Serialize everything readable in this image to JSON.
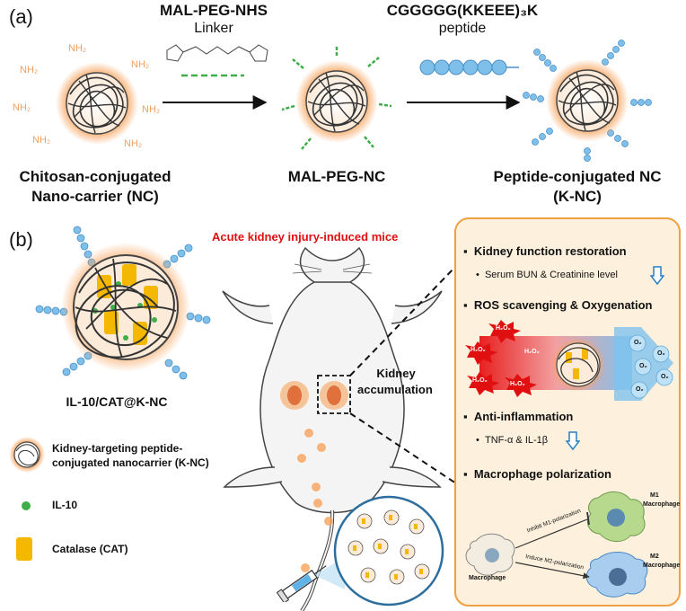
{
  "panel_a": {
    "label": "(a)",
    "linker": {
      "name": "MAL-PEG-NHS",
      "desc": "Linker"
    },
    "peptide": {
      "name": "CGGGGG(KKEEE)₃K",
      "desc": "peptide"
    },
    "nh2": "NH₂",
    "captions": {
      "nc_line1": "Chitosan-conjugated",
      "nc_line2": "Nano-carrier (NC)",
      "mal": "MAL-PEG-NC",
      "knc_line1": "Peptide-conjugated NC",
      "knc_line2": "(K-NC)"
    }
  },
  "panel_b": {
    "label": "(b)",
    "particle_label": "IL-10/CAT@K-NC",
    "mouse_title": "Acute kidney injury-induced mice",
    "kidney_label_1": "Kidney",
    "kidney_label_2": "accumulation",
    "legend": {
      "knc_line1": "Kidney-targeting peptide-",
      "knc_line2": "conjugated nanocarrier (K-NC)",
      "il10": "IL-10",
      "cat": "Catalase (CAT)"
    },
    "effects": {
      "kidney_function": "Kidney function restoration",
      "kidney_bullet": "Serum BUN & Creatinine level",
      "ros": "ROS scavenging & Oxygenation",
      "h2o2": "H₂O₂",
      "o2": "O₂",
      "anti_inflammation": "Anti-inflammation",
      "inflammation_bullet": "TNF-α & IL-1β",
      "macrophage": "Macrophage polarization",
      "m1_line1": "M1",
      "m1_line2": "Macrophage",
      "m2_line1": "M2",
      "m2_line2": "Macrophage",
      "macrophage_label": "Macrophage",
      "inhibit": "Inhibit M1-polarization",
      "induce": "Induce M2-polarization"
    }
  },
  "colors": {
    "halo": "#f7a35c",
    "bead": "#5fb3e6",
    "linker_green": "#3fae49",
    "catalase": "#f5b800",
    "red": "#e01010",
    "box_border": "#f0a040",
    "box_fill": "#fdf1dd"
  }
}
